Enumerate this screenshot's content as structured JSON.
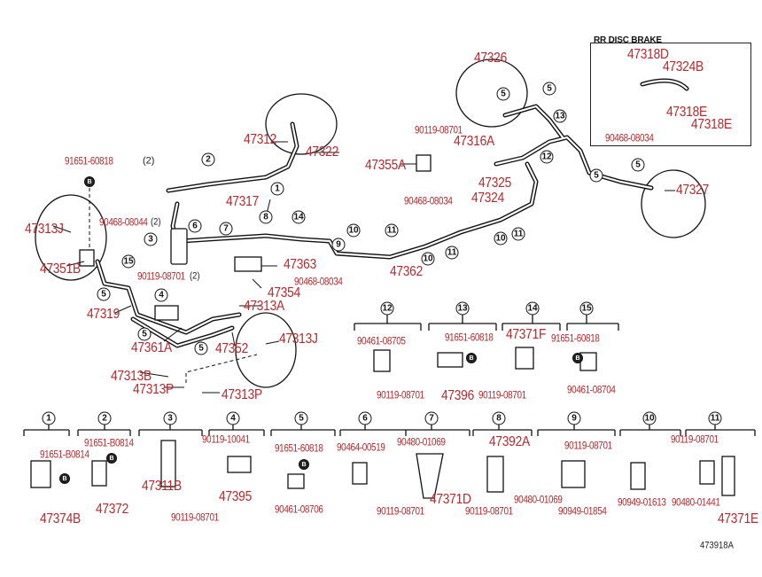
{
  "inset": {
    "title": "RR DISC BRAKE"
  },
  "diagram_id": "473918A",
  "labels": [
    {
      "text": "47318D",
      "size": "big"
    },
    {
      "text": "47324B",
      "size": "big"
    },
    {
      "text": "47318E",
      "size": "big"
    },
    {
      "text": "47318E",
      "size": "big"
    },
    {
      "text": "90468-08034",
      "size": "small"
    },
    {
      "text": "47326",
      "size": "big"
    },
    {
      "text": "47312",
      "size": "big"
    },
    {
      "text": "47322",
      "size": "big"
    },
    {
      "text": "90119-08701",
      "size": "small"
    },
    {
      "text": "47316A",
      "size": "big"
    },
    {
      "text": "47355A",
      "size": "big"
    },
    {
      "text": "47325",
      "size": "big"
    },
    {
      "text": "90468-08034",
      "size": "small"
    },
    {
      "text": "47324",
      "size": "big"
    },
    {
      "text": "47327",
      "size": "big"
    },
    {
      "text": "47317",
      "size": "big"
    },
    {
      "text": "47363",
      "size": "big"
    },
    {
      "text": "90468-08034",
      "size": "small"
    },
    {
      "text": "47354",
      "size": "big"
    },
    {
      "text": "47313A",
      "size": "big"
    },
    {
      "text": "47362",
      "size": "big"
    },
    {
      "text": "91651-60818",
      "size": "small"
    },
    {
      "text": "90468-08044",
      "size": "small"
    },
    {
      "text": "47313J",
      "size": "big"
    },
    {
      "text": "47351B",
      "size": "big"
    },
    {
      "text": "90119-08701",
      "size": "small"
    },
    {
      "text": "47319",
      "size": "big"
    },
    {
      "text": "47361A",
      "size": "big"
    },
    {
      "text": "47352",
      "size": "big"
    },
    {
      "text": "47313J",
      "size": "big"
    },
    {
      "text": "47313B",
      "size": "big"
    },
    {
      "text": "47313P",
      "size": "big"
    },
    {
      "text": "47313P",
      "size": "big"
    },
    {
      "text": "90461-08705",
      "size": "small"
    },
    {
      "text": "90119-08701",
      "size": "small"
    },
    {
      "text": "91651-60818",
      "size": "small"
    },
    {
      "text": "47396",
      "size": "big"
    },
    {
      "text": "47371F",
      "size": "big"
    },
    {
      "text": "90119-08701",
      "size": "small"
    },
    {
      "text": "91651-60818",
      "size": "small"
    },
    {
      "text": "90461-08704",
      "size": "small"
    },
    {
      "text": "91651-B0814",
      "size": "small"
    },
    {
      "text": "47374B",
      "size": "big"
    },
    {
      "text": "91651-B0814",
      "size": "small"
    },
    {
      "text": "47372",
      "size": "big"
    },
    {
      "text": "47311B",
      "size": "big"
    },
    {
      "text": "90119-08701",
      "size": "small"
    },
    {
      "text": "90119-10041",
      "size": "small"
    },
    {
      "text": "47395",
      "size": "big"
    },
    {
      "text": "91651-60818",
      "size": "small"
    },
    {
      "text": "90461-08706",
      "size": "small"
    },
    {
      "text": "90464-00519",
      "size": "small"
    },
    {
      "text": "90480-01069",
      "size": "small"
    },
    {
      "text": "90119-08701",
      "size": "small"
    },
    {
      "text": "47371D",
      "size": "big"
    },
    {
      "text": "47392A",
      "size": "big"
    },
    {
      "text": "90119-08701",
      "size": "small"
    },
    {
      "text": "90119-08701",
      "size": "small"
    },
    {
      "text": "90480-01069",
      "size": "small"
    },
    {
      "text": "90949-01854",
      "size": "small"
    },
    {
      "text": "90949-01613",
      "size": "small"
    },
    {
      "text": "90119-08701",
      "size": "small"
    },
    {
      "text": "90480-01441",
      "size": "small"
    },
    {
      "text": "47371E",
      "size": "big"
    }
  ],
  "quantity_notes": [
    "(2)",
    "(2)",
    "(2)"
  ],
  "callouts": [
    "5",
    "5",
    "13",
    "12",
    "5",
    "5",
    "2",
    "1",
    "6",
    "7",
    "8",
    "14",
    "9",
    "10",
    "11",
    "10",
    "11",
    "10",
    "11",
    "3",
    "15",
    "5",
    "4",
    "5",
    "5",
    "12",
    "13",
    "14",
    "15",
    "1",
    "2",
    "3",
    "4",
    "5",
    "6",
    "7",
    "8",
    "9",
    "10",
    "11"
  ],
  "bolt_marks": [
    "B",
    "B",
    "B",
    "B",
    "B",
    "B"
  ]
}
